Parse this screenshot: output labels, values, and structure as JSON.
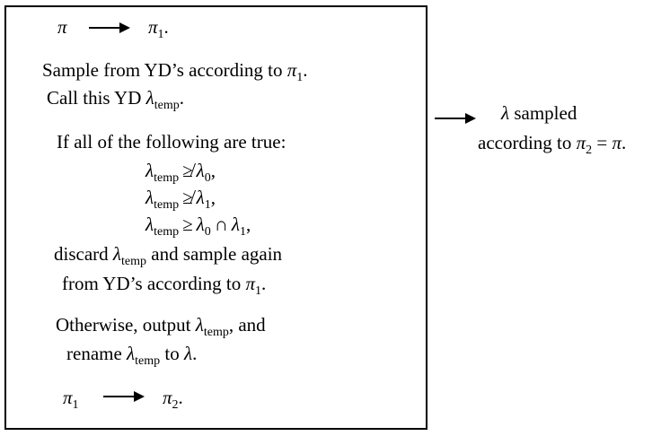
{
  "procedure": {
    "top": {
      "from": "π",
      "to": "π",
      "to_sub": "1",
      "end": "."
    },
    "sample": {
      "line1_pre": "Sample from YD’s according to ",
      "line1_var": "π",
      "line1_sub": "1",
      "line1_end": ".",
      "line2_pre": "Call this YD ",
      "line2_var": "λ",
      "line2_sub": "temp",
      "line2_end": "."
    },
    "condition": {
      "intro": "If all of the following are true:",
      "rows": [
        {
          "lhs": "λ",
          "lhs_sub": "temp",
          "op": "≱",
          "rhs": "λ",
          "rhs_sub": "0",
          "end": ","
        },
        {
          "lhs": "λ",
          "lhs_sub": "temp",
          "op": "≱",
          "rhs": "λ",
          "rhs_sub": "1",
          "end": ","
        },
        {
          "lhs": "λ",
          "lhs_sub": "temp",
          "op": "≥",
          "rhs": "λ",
          "rhs_sub": "0",
          "cap": "∩",
          "rhs2": "λ",
          "rhs2_sub": "1",
          "end": ","
        }
      ],
      "discard_pre": "discard ",
      "discard_var": "λ",
      "discard_sub": "temp",
      "discard_post": " and sample again",
      "from_pre": "from YD’s according to ",
      "from_var": "π",
      "from_sub": "1",
      "from_end": "."
    },
    "otherwise": {
      "l1_pre": "Otherwise, output ",
      "l1_var": "λ",
      "l1_sub": "temp",
      "l1_post": ", and",
      "l2_pre": "rename ",
      "l2_var": "λ",
      "l2_sub": "temp",
      "l2_mid": " to ",
      "l2_var2": "λ",
      "l2_end": "."
    },
    "bottom": {
      "from": "π",
      "from_sub": "1",
      "to": "π",
      "to_sub": "2",
      "end": "."
    }
  },
  "output": {
    "l1_var": "λ",
    "l1_text": " sampled",
    "l2_pre": "according to ",
    "l2_var": "π",
    "l2_sub": "2",
    "l2_eq": " = ",
    "l2_var2": "π",
    "l2_end": "."
  }
}
